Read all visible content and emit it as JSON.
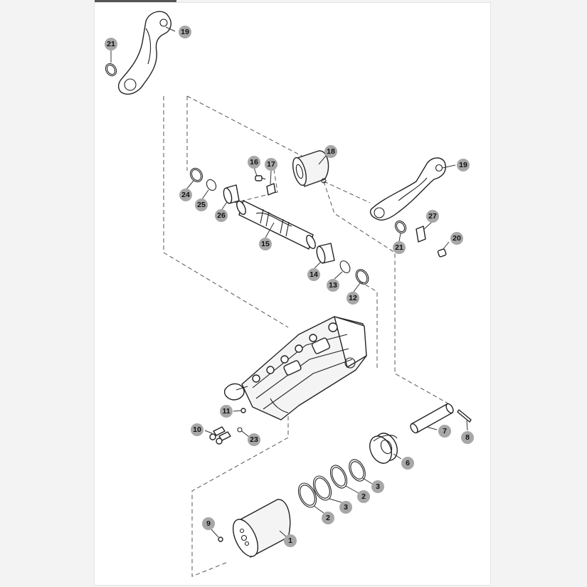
{
  "callouts": [
    {
      "id": "19a",
      "label": "19"
    },
    {
      "id": "21a",
      "label": "21"
    },
    {
      "id": "18",
      "label": "18"
    },
    {
      "id": "16",
      "label": "16"
    },
    {
      "id": "17",
      "label": "17"
    },
    {
      "id": "19b",
      "label": "19"
    },
    {
      "id": "24",
      "label": "24"
    },
    {
      "id": "25",
      "label": "25"
    },
    {
      "id": "26",
      "label": "26"
    },
    {
      "id": "27",
      "label": "27"
    },
    {
      "id": "20",
      "label": "20"
    },
    {
      "id": "21b",
      "label": "21"
    },
    {
      "id": "15",
      "label": "15"
    },
    {
      "id": "14",
      "label": "14"
    },
    {
      "id": "13",
      "label": "13"
    },
    {
      "id": "12",
      "label": "12"
    },
    {
      "id": "11",
      "label": "11"
    },
    {
      "id": "7",
      "label": "7"
    },
    {
      "id": "8",
      "label": "8"
    },
    {
      "id": "10",
      "label": "10"
    },
    {
      "id": "23",
      "label": "23"
    },
    {
      "id": "6",
      "label": "6"
    },
    {
      "id": "3a",
      "label": "3"
    },
    {
      "id": "2a",
      "label": "2"
    },
    {
      "id": "2b",
      "label": "2"
    },
    {
      "id": "3b",
      "label": "3"
    },
    {
      "id": "9",
      "label": "9"
    },
    {
      "id": "1",
      "label": "1"
    }
  ]
}
